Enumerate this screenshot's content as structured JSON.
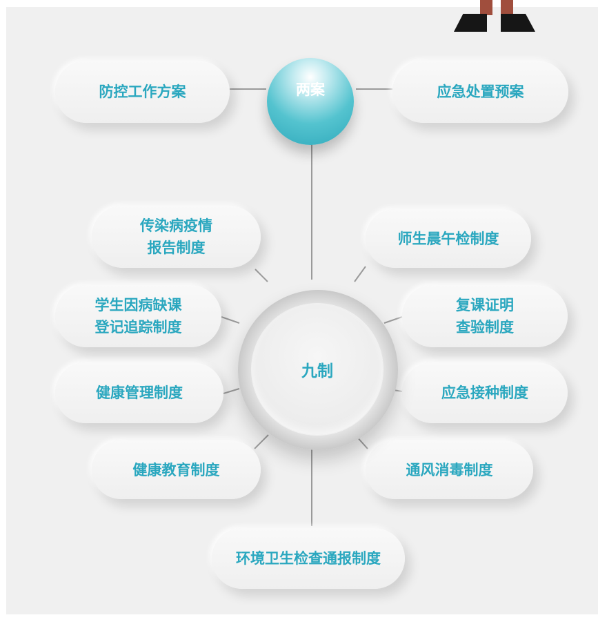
{
  "colors": {
    "accent": "#2aa7bf",
    "panel": "#f0f0f0",
    "connector": "#9a9a9a"
  },
  "liang_an": {
    "center": "两案",
    "left": "防控工作方案",
    "right": "应急处置预案"
  },
  "jiu_zhi": {
    "center": "九制",
    "items": [
      {
        "line1": "传染病疫情",
        "line2": "报告制度"
      },
      {
        "line1": "师生晨午检制度",
        "line2": ""
      },
      {
        "line1": "学生因病缺课",
        "line2": "登记追踪制度"
      },
      {
        "line1": "复课证明",
        "line2": "查验制度"
      },
      {
        "line1": "健康管理制度",
        "line2": ""
      },
      {
        "line1": "应急接种制度",
        "line2": ""
      },
      {
        "line1": "健康教育制度",
        "line2": ""
      },
      {
        "line1": "通风消毒制度",
        "line2": ""
      },
      {
        "line1": "环境卫生检查通报制度",
        "line2": ""
      }
    ]
  },
  "decoration": {
    "figure": "person-legs-icon"
  }
}
